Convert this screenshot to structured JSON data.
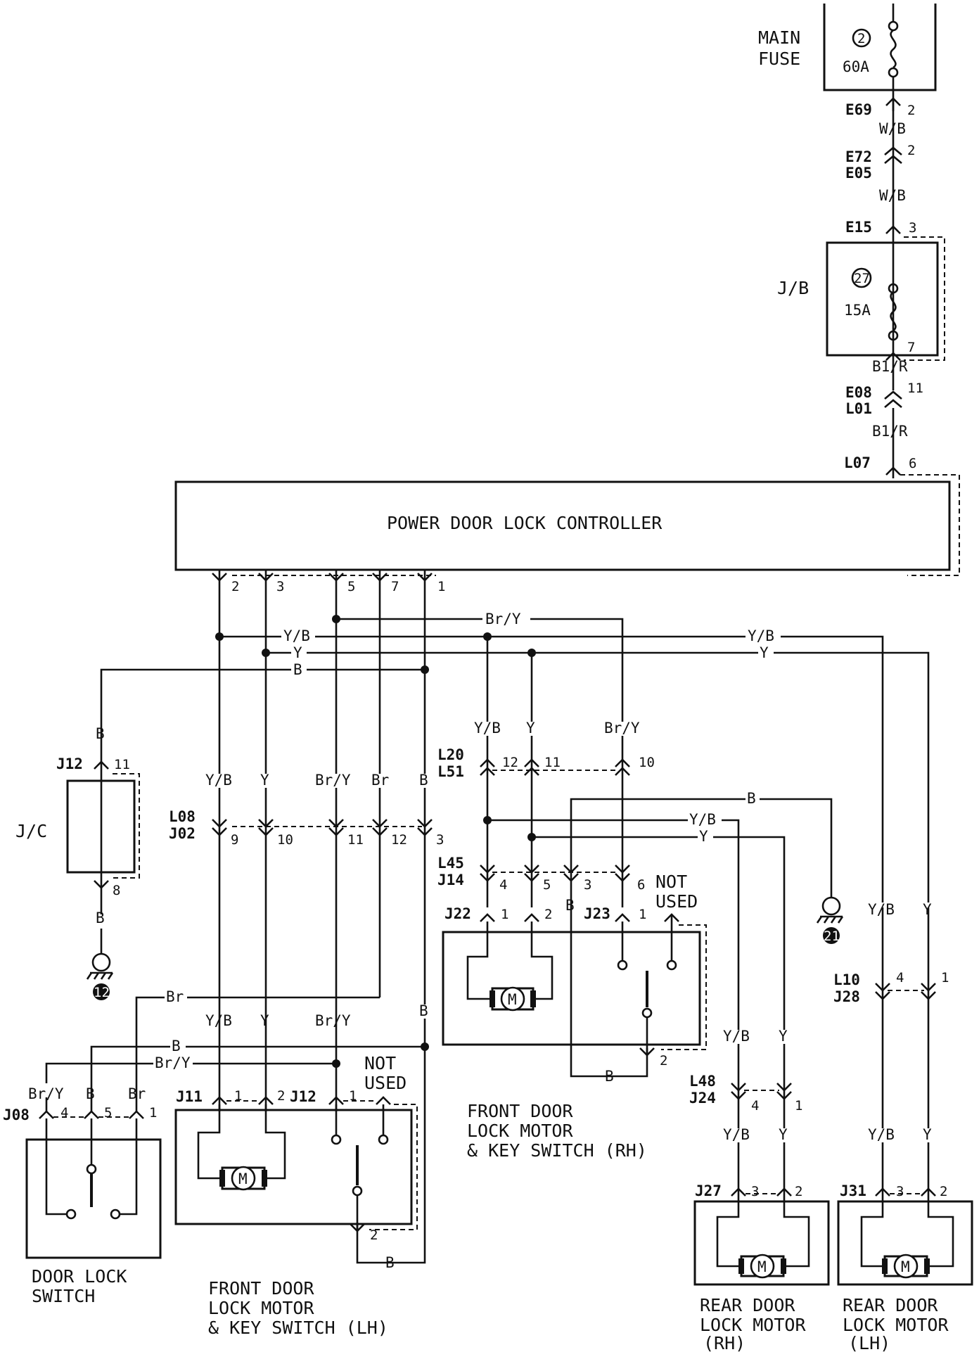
{
  "main_fuse": {
    "label_line1": "MAIN",
    "label_line2": "FUSE",
    "number": "2",
    "rating": "60A"
  },
  "jb": {
    "label": "J/B",
    "number": "27",
    "rating": "15A"
  },
  "jc": {
    "label": "J/C"
  },
  "controller": {
    "label": "POWER DOOR LOCK CONTROLLER"
  },
  "wires": {
    "wb_1": "W/B",
    "wb_2": "W/B",
    "b1r_1": "B1/R",
    "b1r_2": "B1/R",
    "yb_bus": "Y/B",
    "y_bus": "Y",
    "b_bus": "B",
    "bry_bus": "Br/Y",
    "yb_bus_right": "Y/B",
    "y_bus_right": "Y",
    "jc_b_top": "B",
    "jc_b_bot": "B",
    "c_yb": "Y/B",
    "c_y": "Y",
    "c_bry": "Br/Y",
    "c_br": "Br",
    "c_b": "B",
    "r_yb": "Y/B",
    "r_y": "Y",
    "r_bry": "Br/Y",
    "r_b_gnd": "B",
    "r_yb2": "Y/B",
    "r_y2": "Y",
    "rh_b": "B",
    "rh_bottom_b": "B",
    "lh_br": "Br",
    "lh_yb": "Y/B",
    "lh_y": "Y",
    "lh_bry": "Br/Y",
    "lh_b_vert": "B",
    "lh_b": "B",
    "lh_bry2": "Br/Y",
    "lh_bottom_b": "B",
    "dls_bry": "Br/Y",
    "dls_b": "B",
    "dls_br": "Br",
    "rr_yb": "Y/B",
    "rr_y": "Y",
    "rr_yb2": "Y/B",
    "rr_y2": "Y",
    "rl_yb": "Y/B",
    "rl_y": "Y",
    "rl_yb2": "Y/B",
    "rl_y2": "Y"
  },
  "connectors": {
    "e69": "E69",
    "e72": "E72",
    "e05": "E05",
    "e15": "E15",
    "e08": "E08",
    "l01": "L01",
    "l07": "L07",
    "j12_jc": "J12",
    "l08": "L08",
    "j02": "J02",
    "l20": "L20",
    "l51": "L51",
    "l45": "L45",
    "j14": "J14",
    "j22": "J22",
    "j23": "J23",
    "l10": "L10",
    "j28": "J28",
    "j11": "J11",
    "j12_lh": "J12",
    "j08": "J08",
    "l48": "L48",
    "j24": "J24",
    "j27": "J27",
    "j31": "J31"
  },
  "pins": {
    "e69": "2",
    "e72": "2",
    "e15": "3",
    "jb_out": "7",
    "e08": "11",
    "l07": "6",
    "ctrl_2": "2",
    "ctrl_3": "3",
    "ctrl_5": "5",
    "ctrl_7": "7",
    "ctrl_1": "1",
    "jc_top": "11",
    "jc_bot": "8",
    "l08_9": "9",
    "l08_10": "10",
    "l08_11": "11",
    "l08_12": "12",
    "l08_3": "3",
    "l20_12": "12",
    "l20_11": "11",
    "l20_10": "10",
    "l45_4": "4",
    "l45_5": "5",
    "l45_3": "3",
    "l45_6": "6",
    "j22_1": "1",
    "j22_2": "2",
    "j23_1": "1",
    "rh_2": "2",
    "l10_4": "4",
    "l10_1": "1",
    "j11_1": "1",
    "j11_2": "2",
    "j12_1": "1",
    "lh_2": "2",
    "j08_4": "4",
    "j08_5": "5",
    "j08_1": "1",
    "l48_4": "4",
    "l48_1": "1",
    "j27_3": "3",
    "j27_2": "2",
    "j31_3": "3",
    "j31_2": "2"
  },
  "grounds": {
    "g12": "12",
    "g21": "21"
  },
  "not_used_rh_1": "NOT",
  "not_used_rh_2": "USED",
  "not_used_lh_1": "NOT",
  "not_used_lh_2": "USED",
  "motor_symbol": "M",
  "components": {
    "front_rh": [
      "FRONT DOOR",
      "LOCK MOTOR",
      "& KEY SWITCH (RH)"
    ],
    "front_lh": [
      "FRONT DOOR",
      "LOCK MOTOR",
      "& KEY SWITCH (LH)"
    ],
    "door_lock_switch": [
      "DOOR LOCK",
      "SWITCH"
    ],
    "rear_rh": [
      "REAR DOOR",
      "LOCK MOTOR",
      "(RH)"
    ],
    "rear_lh": [
      "REAR DOOR",
      "LOCK MOTOR",
      "(LH)"
    ]
  }
}
